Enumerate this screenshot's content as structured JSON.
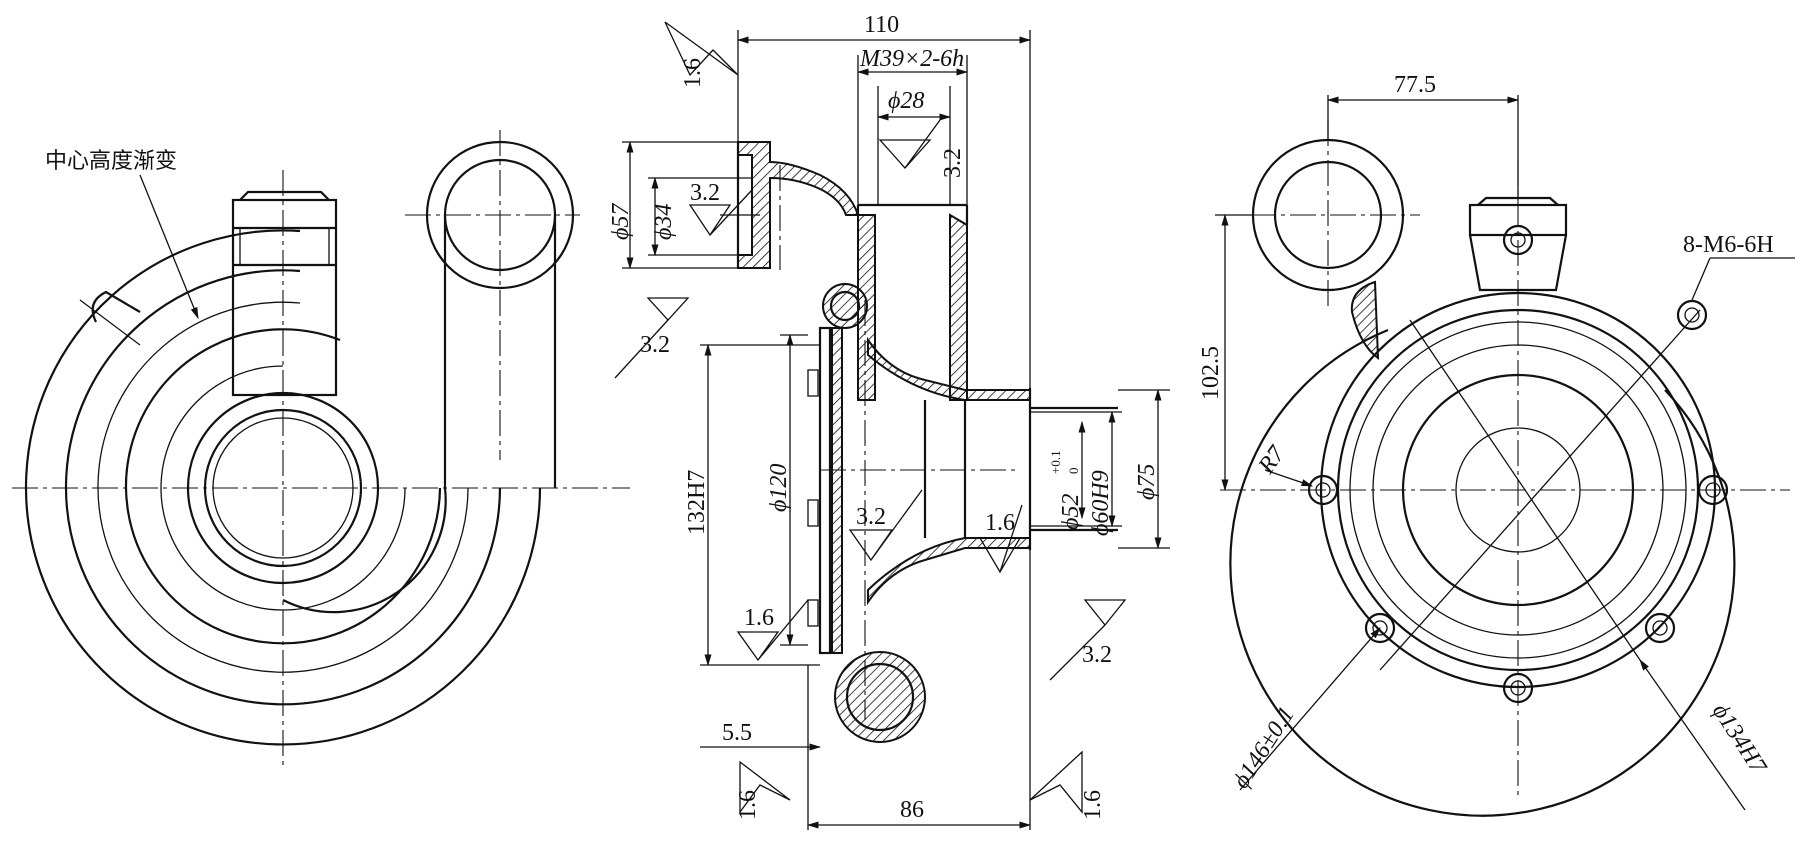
{
  "left_view": {
    "note": "中心高度渐变"
  },
  "section_view": {
    "dims": {
      "width_top": "110",
      "thread": "M39×2-6h",
      "d28": "ϕ28",
      "d57": "ϕ57",
      "d34": "ϕ34",
      "bore": "132H7",
      "d120": "ϕ120",
      "d52": "ϕ52",
      "d52_tol_upper": "+0.1",
      "d52_tol_lower": "0",
      "d60": "ϕ60H9",
      "d75": "ϕ75",
      "w55": "5.5",
      "w86": "86"
    },
    "roughness": {
      "r_top_left": "1.6",
      "r_tube_top": "3.2",
      "r_inlet_bore": "3.2",
      "r_left_flange": "3.2",
      "r_inner_cone": "3.2",
      "r_inner_bore": "1.6",
      "r_face_lower": "1.6",
      "r_outlet_lower": "3.2",
      "r_bottom_left": "1.6",
      "r_bottom_right": "1.6"
    }
  },
  "right_view": {
    "dims": {
      "d775": "77.5",
      "d1025": "102.5",
      "r7": "R7",
      "holes": "8-M6-6H",
      "d146": "ϕ146±0.1",
      "d134": "ϕ134H7"
    }
  }
}
